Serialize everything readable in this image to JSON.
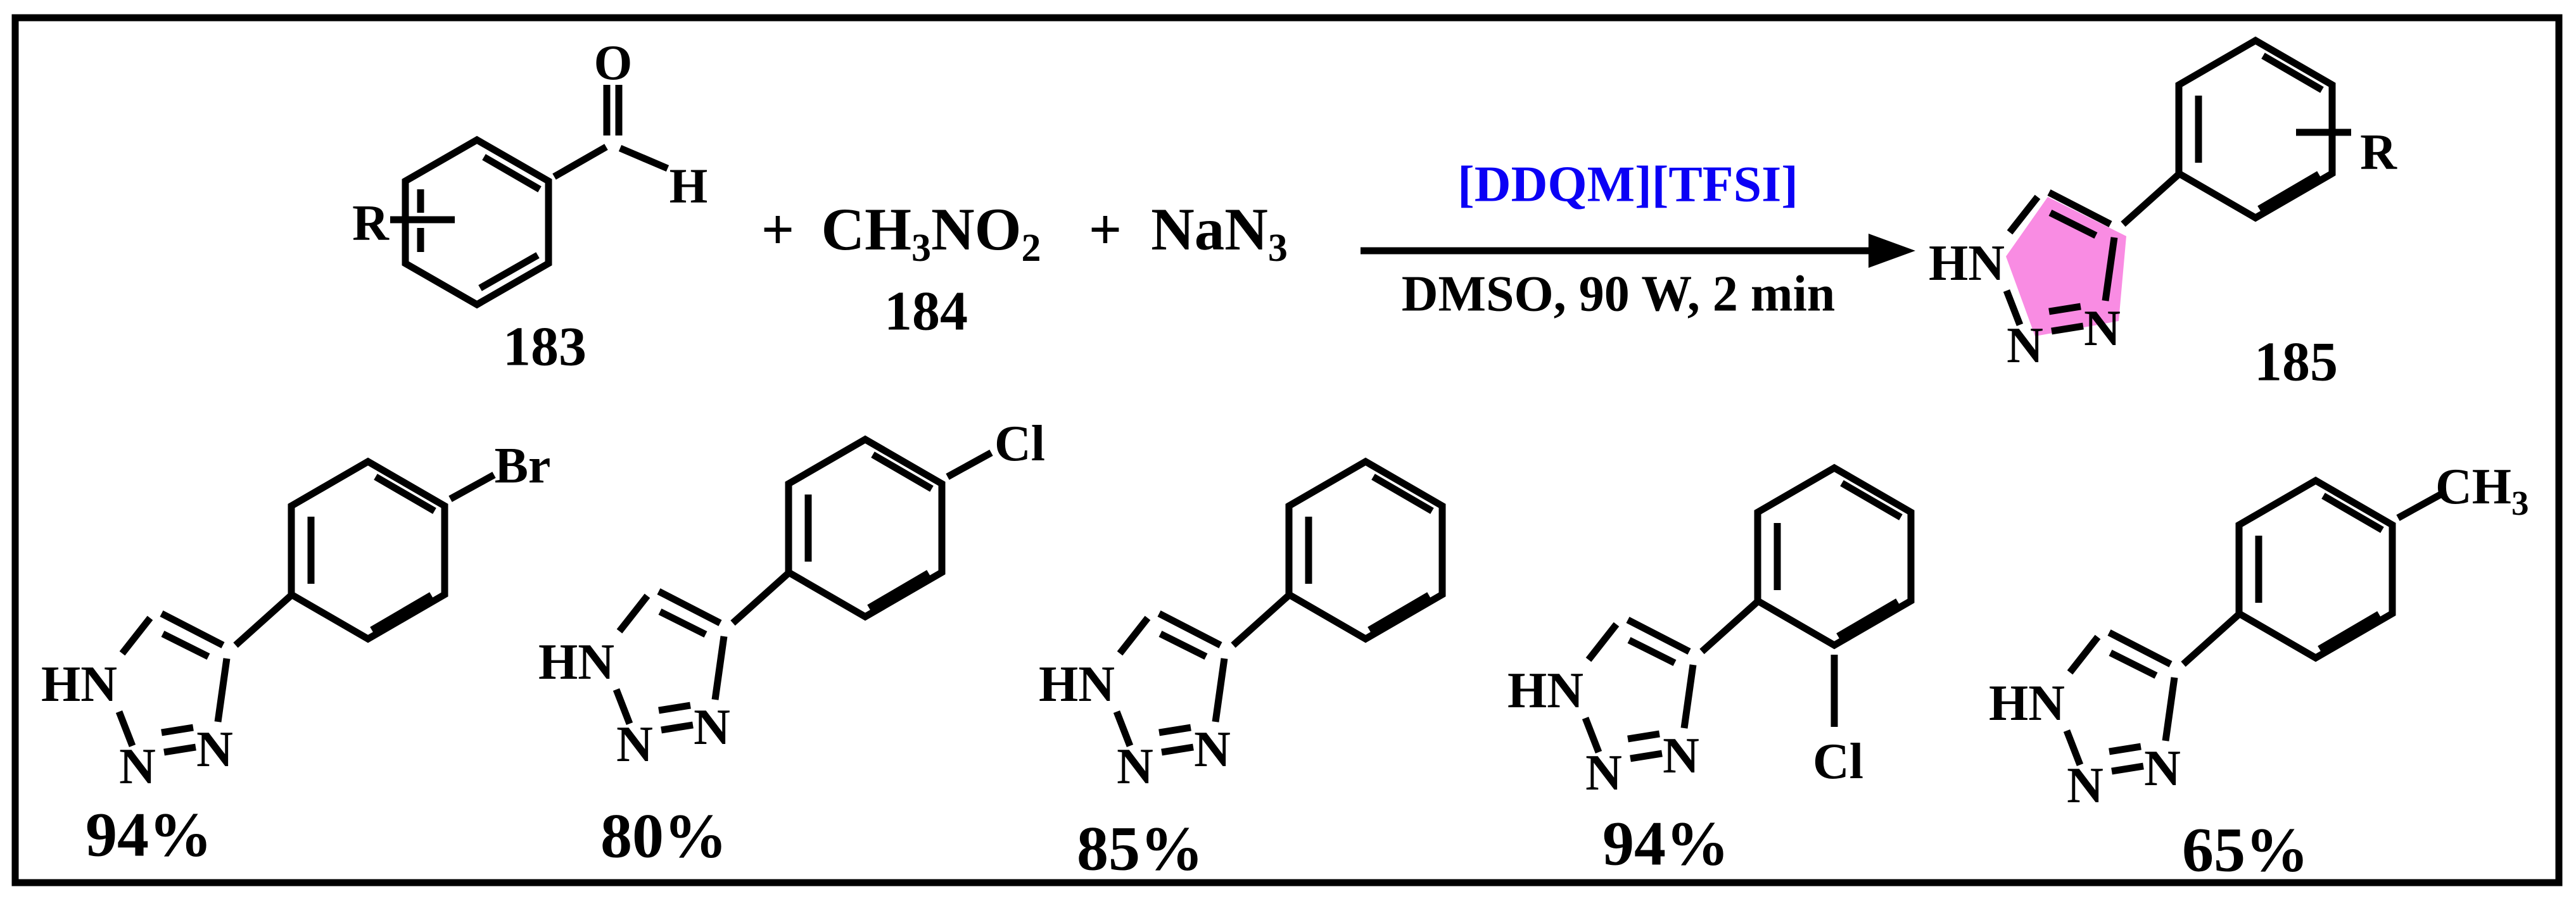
{
  "figure": {
    "type": "chemical-reaction-scheme",
    "description": "Microwave synthesis of 4-aryl-NH-1,2,3-triazoles from aryl aldehydes, nitromethane and sodium azide"
  },
  "colors": {
    "ink": "#000000",
    "highlight_pink": "#f98ce3",
    "catalyst_blue": "#0b00f5",
    "background": "#ffffff"
  },
  "scheme": {
    "plus": "+",
    "aldehyde": {
      "number": "183",
      "r_label": "R",
      "o_label": "O",
      "h_label": "H"
    },
    "nitromethane": {
      "f1": "CH",
      "s1": "3",
      "f2": "NO",
      "s2": "2",
      "number": "184"
    },
    "azide": {
      "f1": "NaN",
      "s1": "3"
    },
    "conditions": {
      "above_arrow": "[DDQM][TFSI]",
      "below_arrow": "DMSO, 90 W, 2 min"
    },
    "product": {
      "number": "185",
      "r_label": "R",
      "hn": "HN",
      "n_left": "N",
      "n_right": "N"
    }
  },
  "products": [
    {
      "name": "4-(4-bromophenyl)-1H-1,2,3-triazole",
      "substituent": "Br",
      "position": "para",
      "yield": "94%",
      "hn": "HN",
      "n_left": "N",
      "n_right": "N"
    },
    {
      "name": "4-(4-chlorophenyl)-1H-1,2,3-triazole",
      "substituent": "Cl",
      "position": "para",
      "yield": "80%",
      "hn": "HN",
      "n_left": "N",
      "n_right": "N"
    },
    {
      "name": "4-phenyl-1H-1,2,3-triazole",
      "substituent": "",
      "position": "none",
      "yield": "85%",
      "hn": "HN",
      "n_left": "N",
      "n_right": "N"
    },
    {
      "name": "4-(2-chlorophenyl)-1H-1,2,3-triazole",
      "substituent": "Cl",
      "position": "ortho",
      "yield": "94%",
      "hn": "HN",
      "n_left": "N",
      "n_right": "N"
    },
    {
      "name": "4-(4-methylphenyl)-1H-1,2,3-triazole",
      "substituent": "CH",
      "sub": "3",
      "position": "para",
      "yield": "65%",
      "hn": "HN",
      "n_left": "N",
      "n_right": "N"
    }
  ]
}
